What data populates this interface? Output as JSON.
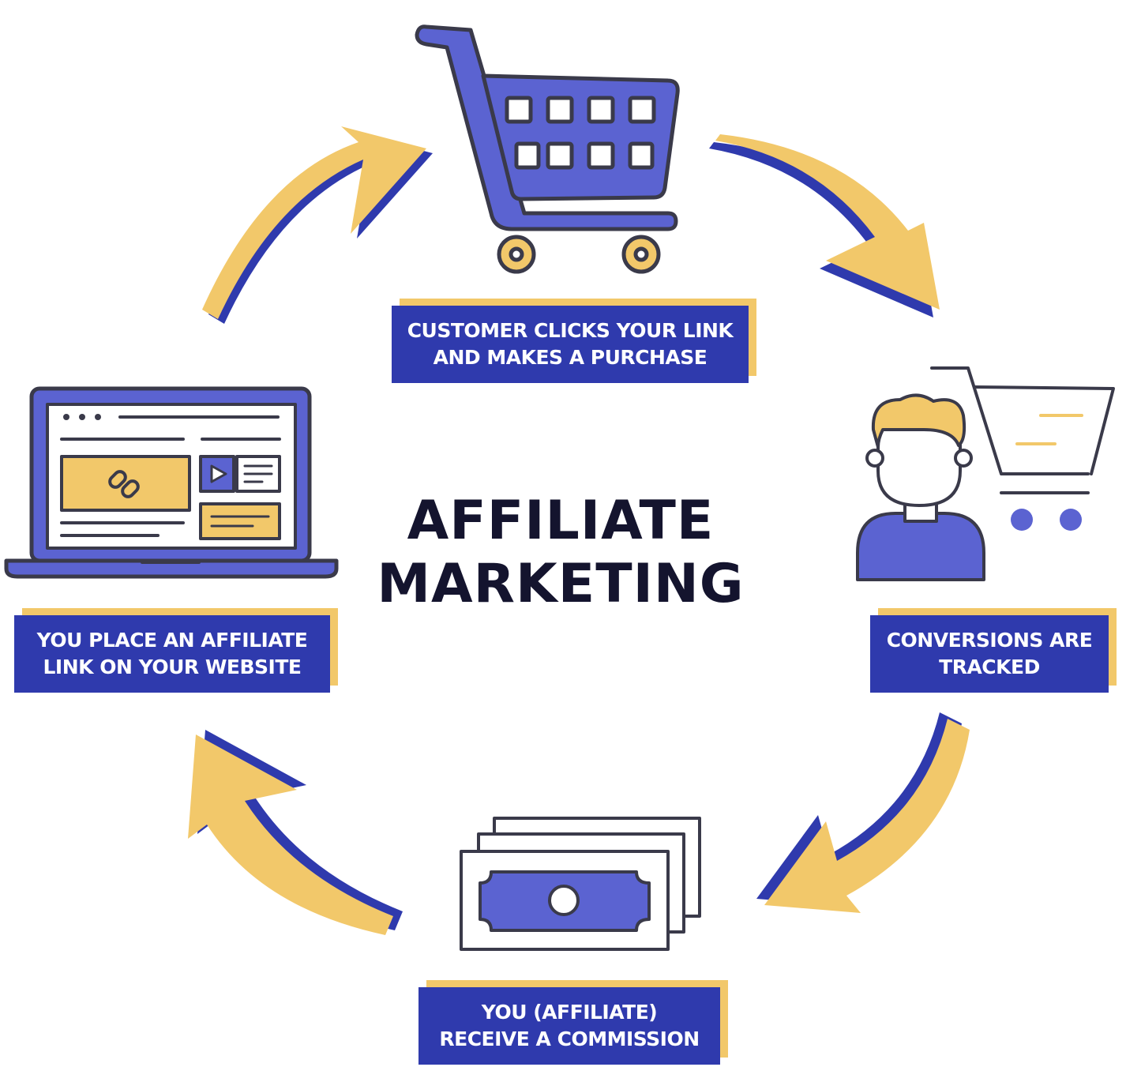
{
  "title": {
    "line1": "AFFILIATE",
    "line2": "MARKETING"
  },
  "steps": {
    "customer_clicks": {
      "line1": "CUSTOMER CLICKS YOUR LINK",
      "line2": "AND MAKES A PURCHASE"
    },
    "conversions": {
      "line1": "CONVERSIONS ARE",
      "line2": "TRACKED"
    },
    "commission": {
      "line1": "YOU (AFFILIATE)",
      "line2": "RECEIVE A COMMISSION"
    },
    "place_link": {
      "line1": "YOU PLACE AN AFFILIATE",
      "line2": "LINK ON YOUR WEBSITE"
    }
  },
  "colors": {
    "blue": "#2f3aad",
    "icon_blue": "#5b63d1",
    "yellow": "#f2c86a",
    "outline": "#3a3a4a"
  },
  "icons": [
    "shopping-cart-icon",
    "customer-with-cart-icon",
    "money-bills-icon",
    "laptop-link-icon"
  ]
}
